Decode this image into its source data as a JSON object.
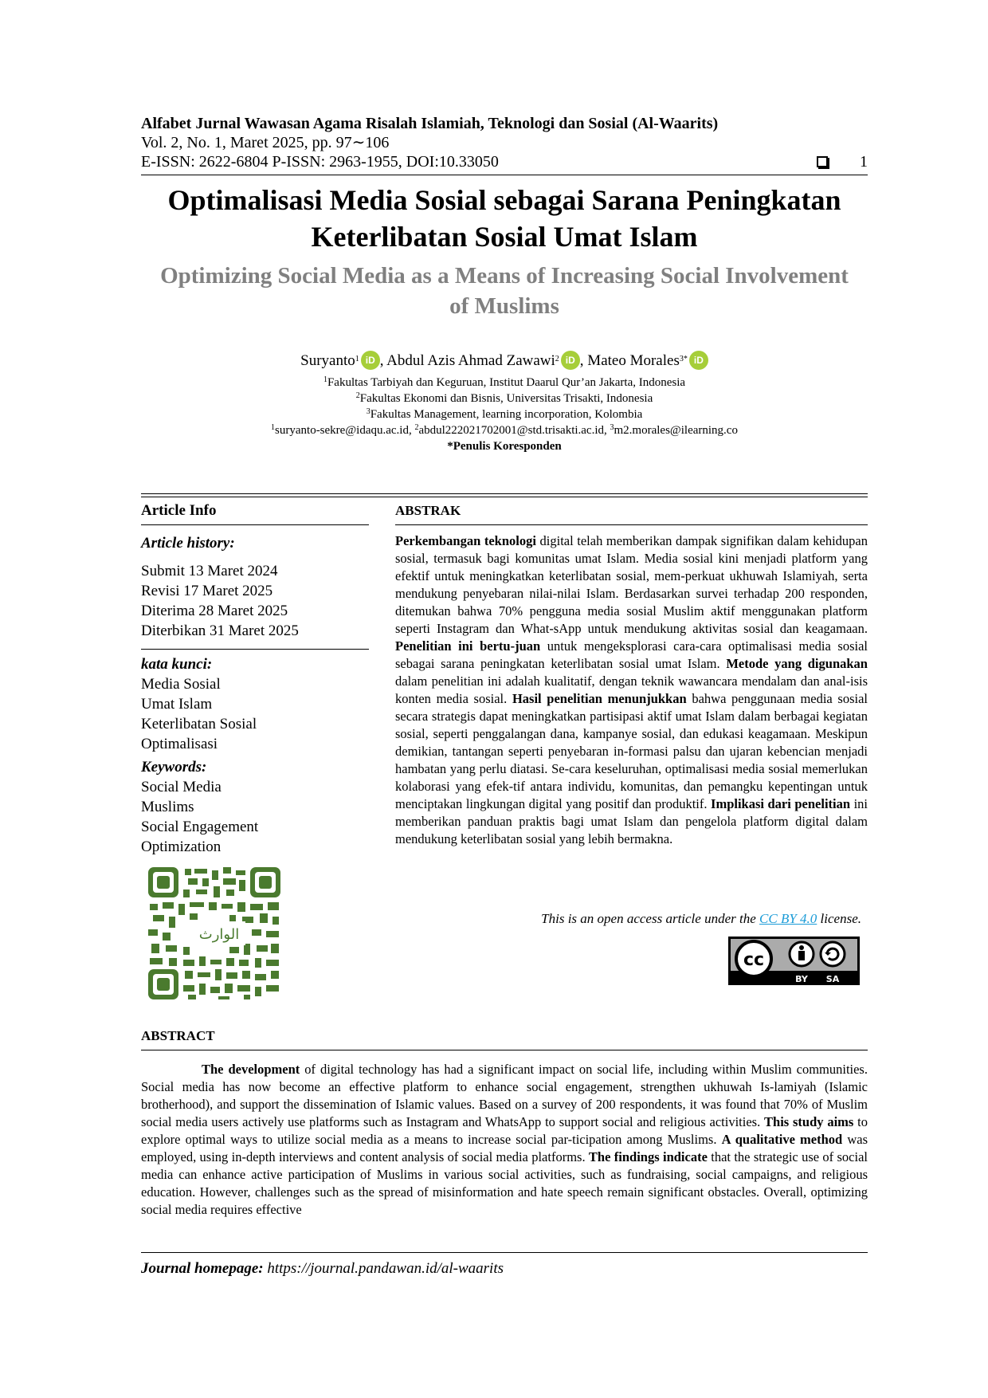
{
  "header": {
    "journal_name": "Alfabet Jurnal Wawasan Agama Risalah Islamiah, Teknologi dan Sosial (Al-Waarits)",
    "volume_line": "Vol. 2, No. 1,  Maret 2025, pp. 97∼106",
    "issn_line": "E-ISSN: 2622-6804 P-ISSN: 2963-1955, DOI:10.33050",
    "page_number": "1"
  },
  "title": {
    "indonesian_line1": "Optimalisasi Media Sosial sebagai Sarana Peningkatan",
    "indonesian_line2": "Keterlibatan Sosial Umat Islam",
    "english_line1": "Optimizing Social Media as a Means of Increasing Social Involvement",
    "english_line2": "of Muslims"
  },
  "authors": [
    {
      "name": "Suryanto",
      "sup": "1"
    },
    {
      "name": ", Abdul Azis Ahmad Zawawi",
      "sup": "2"
    },
    {
      "name": ", Mateo Morales",
      "sup": "3*"
    }
  ],
  "orcid_label": "iD",
  "affiliations": [
    {
      "sup": "1",
      "text": "Fakultas Tarbiyah dan Keguruan, Institut Daarul Qur’an Jakarta, Indonesia"
    },
    {
      "sup": "2",
      "text": "Fakultas Ekonomi dan Bisnis, Universitas Trisakti, Indonesia"
    },
    {
      "sup": "3",
      "text": "Fakultas Management, learning incorporation, Kolombia"
    }
  ],
  "emails": {
    "e1_sup": "1",
    "e1": "suryanto-sekre@idaqu.ac.id, ",
    "e2_sup": "2",
    "e2": "abdul222021702001@std.trisakti.ac.id, ",
    "e3_sup": "3",
    "e3": "m2.morales@ilearning.co"
  },
  "corresponding": "*Penulis Koresponden",
  "article_info": {
    "heading": "Article Info",
    "history_label": "Article history:",
    "history": [
      "Submit 13 Maret 2024",
      "Revisi 17 Maret 2025",
      "Diterima 28 Maret 2025",
      "Diterbikan 31 Maret 2025"
    ],
    "kata_kunci_label": "kata kunci:",
    "kata_kunci": [
      "Media Sosial",
      "Umat Islam",
      "Keterlibatan Sosial",
      "Optimalisasi"
    ],
    "keywords_label": "Keywords:",
    "keywords": [
      "Social Media",
      "Muslims",
      "Social Engagement",
      "Optimization"
    ],
    "qr_caption": "الوارث"
  },
  "abstrak": {
    "heading": "ABSTRAK",
    "p1_bold": "Perkembangan teknologi",
    "p1": " digital telah memberikan dampak signifikan dalam kehidupan sosial, termasuk bagi komunitas umat Islam.  Media sosial kini menjadi platform yang efektif untuk meningkatkan keterlibatan sosial, mem-perkuat ukhuwah Islamiyah, serta mendukung penyebaran nilai-nilai Islam. Berdasarkan survei terhadap 200 responden, ditemukan bahwa 70% pengguna media sosial Muslim aktif menggunakan platform seperti Instagram dan What-sApp untuk mendukung aktivitas sosial dan keagamaan. ",
    "p2_bold": "Penelitian ini bertu-juan",
    "p2": " untuk mengeksplorasi cara-cara optimalisasi media sosial sebagai sarana peningkatan keterlibatan sosial umat Islam.  ",
    "p3_bold": "Metode yang digunakan",
    "p3": " dalam penelitian ini adalah kualitatif, dengan teknik wawancara mendalam dan anal-isis konten media sosial.  ",
    "p4_bold": "Hasil penelitian menunjukkan",
    "p4": " bahwa penggunaan media sosial secara strategis dapat meningkatkan partisipasi aktif umat Islam dalam berbagai kegiatan sosial, seperti penggalangan dana, kampanye sosial, dan edukasi keagamaan. Meskipun demikian, tantangan seperti penyebaran in-formasi palsu dan ujaran kebencian menjadi hambatan yang perlu diatasi.  Se-cara keseluruhan, optimalisasi media sosial memerlukan kolaborasi yang efek-tif antara individu, komunitas, dan pemangku kepentingan untuk menciptakan lingkungan digital yang positif dan produktif.  ",
    "p5_bold": "Implikasi dari penelitian",
    "p5": " ini memberikan panduan praktis bagi umat Islam dan pengelola platform digital dalam mendukung keterlibatan sosial yang lebih bermakna."
  },
  "license": {
    "prefix": "This is an open access article under the ",
    "link_text": "CC BY 4.0",
    "suffix": " license.",
    "badge_cc": "cc",
    "badge_by": "BY",
    "badge_sa": "SA"
  },
  "abstract": {
    "heading": "ABSTRACT",
    "s1_bold": "The development",
    "s1": " of digital technology has had a significant impact on social life, including within Muslim communities. Social media has now become an effective platform to enhance social engagement, strengthen ukhuwah Is-lamiyah (Islamic brotherhood), and support the dissemination of Islamic values. Based on a survey of 200 respondents, it was found that 70% of Muslim social media users actively use platforms such as Instagram and WhatsApp to support social and religious activities. ",
    "s2_bold": "This study aims",
    "s2": " to explore optimal ways to utilize social media as a means to increase social par-ticipation among Muslims. ",
    "s3_bold": "A qualitative method",
    "s3": " was employed, using in-depth interviews and content analysis of social media platforms.  ",
    "s4_bold": "The findings indicate",
    "s4": " that the strategic use of social media can enhance active participation of Muslims in various social activities, such as fundraising, social campaigns, and religious education. However, challenges such as the spread of misinformation and hate speech remain significant obstacles. Overall, optimizing social media requires effective"
  },
  "footer": {
    "label": "Journal homepage:",
    "url": " https://journal.pandawan.id/al-waarits"
  },
  "colors": {
    "orcid_green": "#a6ce39",
    "subtitle_gray": "#808080",
    "link_blue": "#1a9bd7",
    "qr_green": "#4a7a2e"
  },
  "icons": [
    "orcid-icon",
    "page-box-icon",
    "qr-code",
    "cc-by-sa-badge"
  ]
}
